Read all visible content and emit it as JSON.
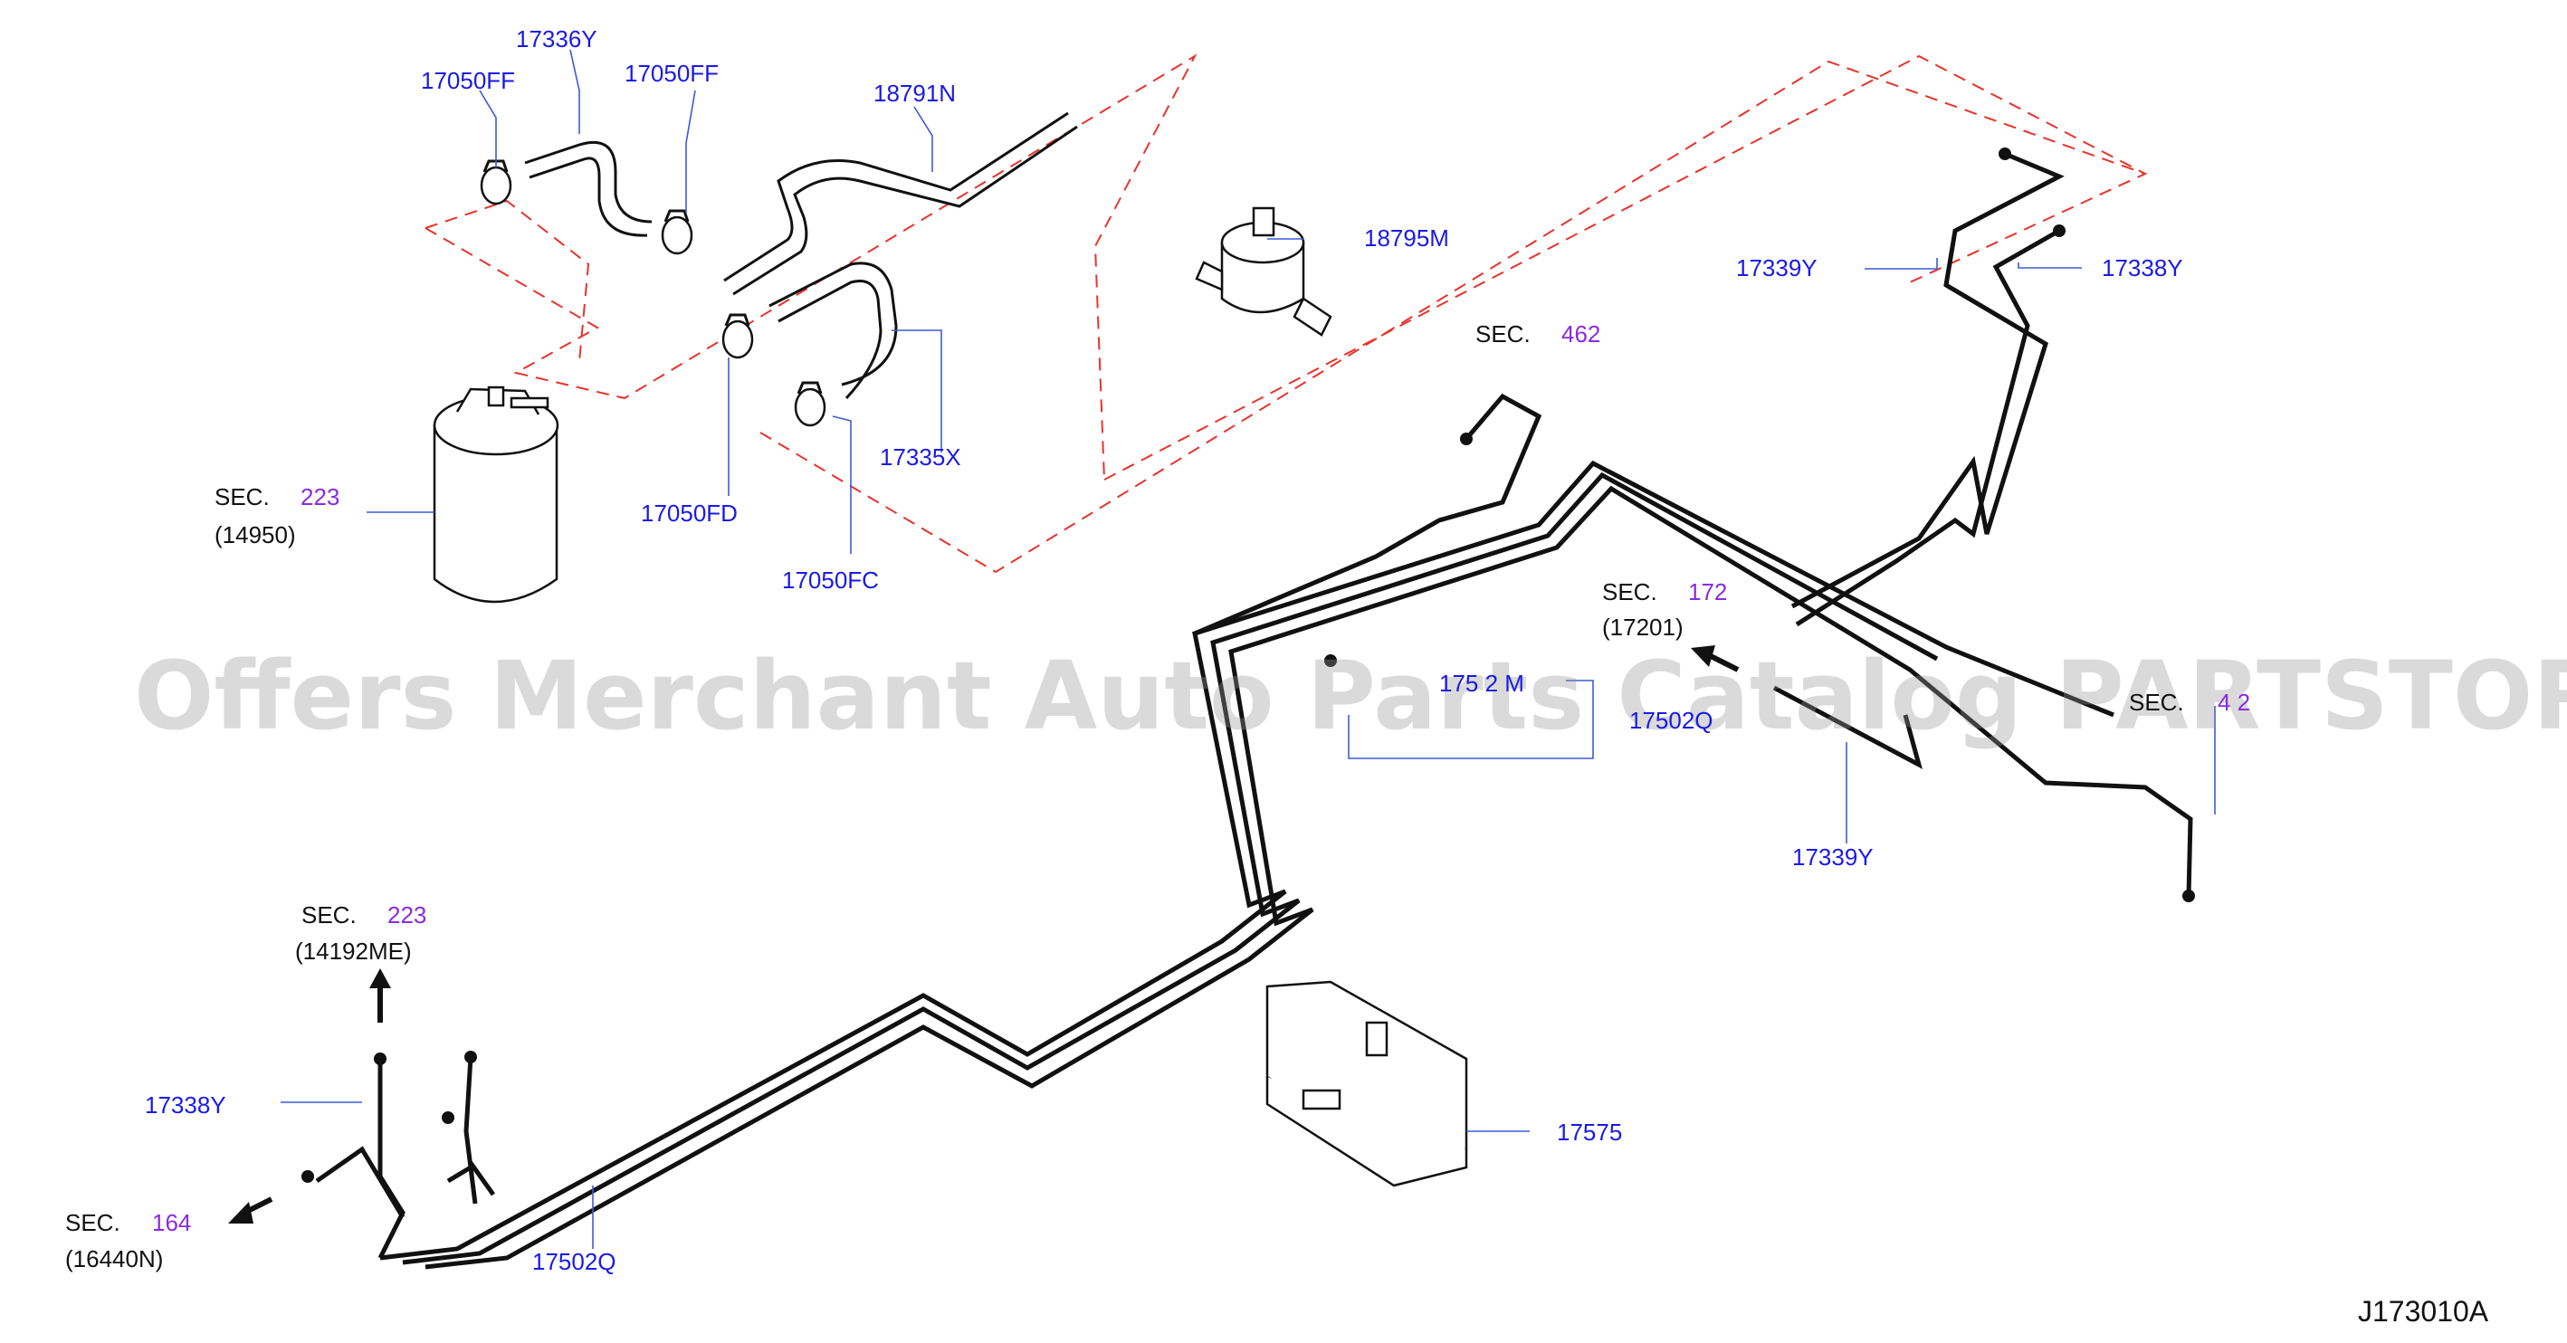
{
  "labels": {
    "p17336Y": "17336Y",
    "p17050FF_a": "17050FF",
    "p17050FF_b": "17050FF",
    "p18791N": "18791N",
    "p18795M": "18795M",
    "p17339Y_top": "17339Y",
    "p17338Y_top": "17338Y",
    "sec462_prefix": "SEC.",
    "sec462_num": "462",
    "sec223_prefix": "SEC.",
    "sec223_num": "223",
    "sec223_part": "(14950)",
    "p17050FD": "17050FD",
    "p17335X": "17335X",
    "p17050FC": "17050FC",
    "sec172_prefix": "SEC.",
    "sec172_num": "172",
    "sec172_part": "(17201)",
    "p1752_partial": "175 2 M",
    "p17502Q_partial": "17502Q",
    "sec462b_prefix": "SEC.",
    "sec462b_num": "4 2",
    "p17339Y_mid": "17339Y",
    "sec223b_prefix": "SEC.",
    "sec223b_num": "223",
    "sec223b_part": "(14192ME)",
    "p17338Y_left": "17338Y",
    "sec164_prefix": "SEC.",
    "sec164_num": "164",
    "sec164_part": "(16440N)",
    "p17502Q": "17502Q",
    "p17575": "17575",
    "diagram_ref": "J173010A"
  },
  "watermark": "Offers Merchant Auto Parts Catalog PARTSTORE.SA",
  "colors": {
    "part_number": "#1a1ae6",
    "section_number": "#8a2be2",
    "section_text": "#111111",
    "phantom_line": "#e8332b",
    "leader_line": "#3b5bd6"
  }
}
